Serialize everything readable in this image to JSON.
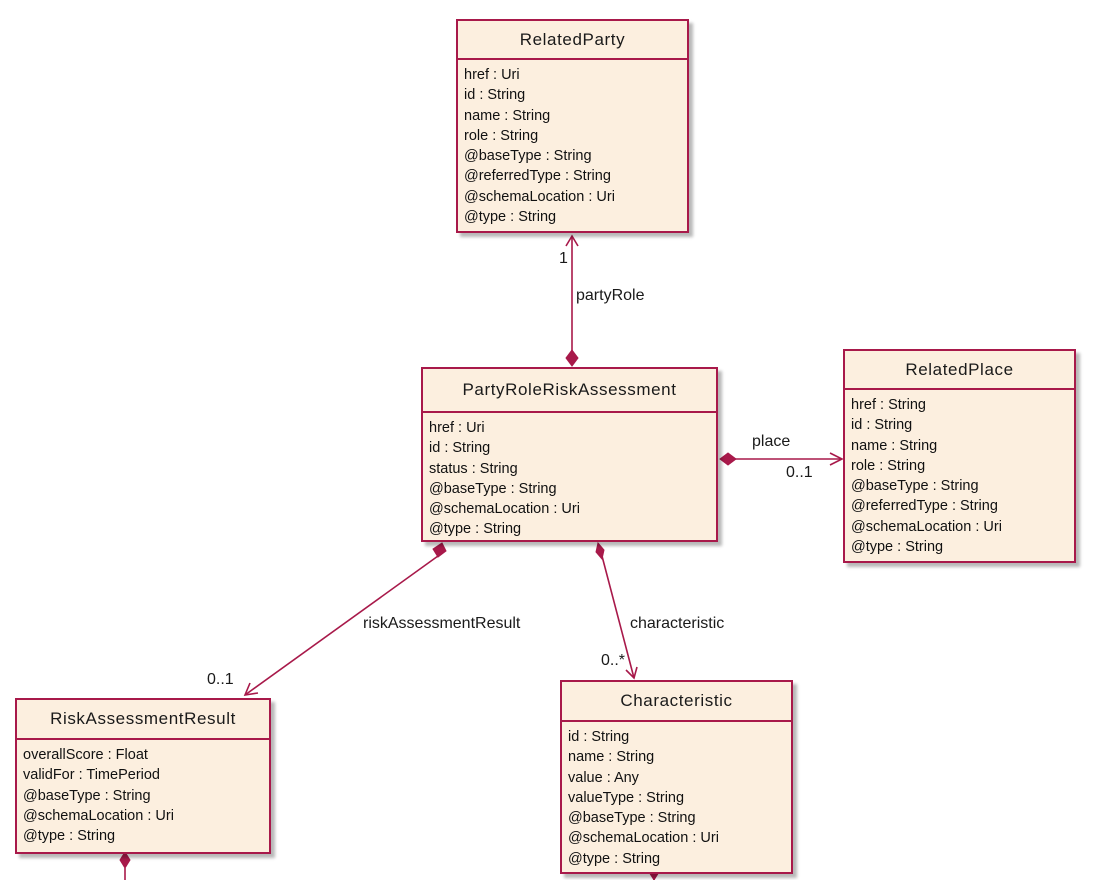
{
  "colors": {
    "border": "#a8194a",
    "fill": "#fcefdf",
    "line": "#a8194a"
  },
  "classes": {
    "related_party": {
      "name": "RelatedParty",
      "attributes": [
        "href : Uri",
        "id : String",
        "name : String",
        "role : String",
        "@baseType : String",
        "@referredType : String",
        "@schemaLocation : Uri",
        "@type : String"
      ]
    },
    "party_role_risk_assessment": {
      "name": "PartyRoleRiskAssessment",
      "attributes": [
        "href : Uri",
        "id : String",
        "status : String",
        "@baseType : String",
        "@schemaLocation : Uri",
        "@type : String"
      ]
    },
    "related_place": {
      "name": "RelatedPlace",
      "attributes": [
        "href : String",
        "id : String",
        "name : String",
        "role : String",
        "@baseType : String",
        "@referredType : String",
        "@schemaLocation : Uri",
        "@type : String"
      ]
    },
    "risk_assessment_result": {
      "name": "RiskAssessmentResult",
      "attributes": [
        "overallScore : Float",
        "validFor : TimePeriod",
        "@baseType : String",
        "@schemaLocation : Uri",
        "@type : String"
      ]
    },
    "characteristic": {
      "name": "Characteristic",
      "attributes": [
        "id : String",
        "name : String",
        "value : Any",
        "valueType : String",
        "@baseType : String",
        "@schemaLocation : Uri",
        "@type : String"
      ]
    }
  },
  "associations": {
    "party_role": {
      "label": "partyRole",
      "multiplicity": "1"
    },
    "place": {
      "label": "place",
      "multiplicity": "0..1"
    },
    "risk_assessment_result": {
      "label": "riskAssessmentResult",
      "multiplicity": "0..1"
    },
    "characteristic": {
      "label": "characteristic",
      "multiplicity": "0..*"
    }
  }
}
